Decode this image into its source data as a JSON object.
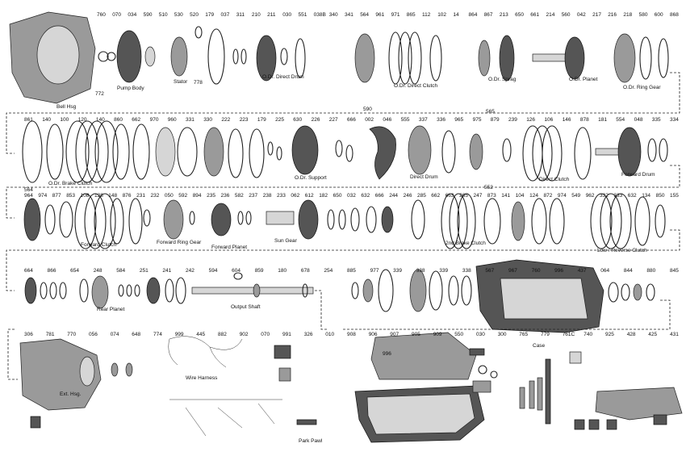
{
  "row1": {
    "parts": [
      "760",
      "070",
      "034",
      "590",
      "510",
      "530",
      "520",
      "179",
      "037",
      "311",
      "210",
      "211",
      "030",
      "551",
      "038B",
      "340",
      "341",
      "564",
      "961",
      "971",
      "865",
      "112",
      "102",
      "14",
      "864",
      "867",
      "213",
      "650",
      "661",
      "214",
      "560",
      "042",
      "217",
      "216",
      "218",
      "580",
      "600",
      "868"
    ],
    "labels": [
      "Bell Hsg",
      "772",
      "Pump Body",
      "Stator",
      "778",
      "O.Dr. Direct Drum",
      "O.Dr. Direct Clutch",
      "O.Dr. Sprag",
      "O.Dr. Planet",
      "O.Dr. Ring Gear"
    ]
  },
  "row2": {
    "parts": [
      "861",
      "140",
      "100",
      "120",
      "140",
      "860",
      "662",
      "970",
      "960",
      "331",
      "330",
      "222",
      "223",
      "179",
      "225",
      "630",
      "226",
      "227",
      "666",
      "002",
      "046",
      "555",
      "337",
      "336",
      "965",
      "975",
      "879",
      "239",
      "126",
      "106",
      "146",
      "878",
      "181",
      "554",
      "048",
      "335",
      "334"
    ],
    "labels": [
      "590",
      "565",
      "O.Dr. Brake Clutch",
      "O.Dr. Support",
      "Direct Drum",
      "Direct Clutch",
      "Forward Drum"
    ]
  },
  "row3": {
    "parts": [
      "964",
      "974",
      "877",
      "853",
      "108",
      "128",
      "148",
      "876",
      "231",
      "232",
      "050",
      "592",
      "894",
      "235",
      "236",
      "582",
      "237",
      "238",
      "233",
      "062",
      "612",
      "182",
      "650",
      "032",
      "632",
      "666",
      "244",
      "246",
      "285",
      "662",
      "663",
      "265",
      "247",
      "873",
      "141",
      "104",
      "124",
      "872",
      "974",
      "549",
      "962",
      "332",
      "333",
      "632",
      "134",
      "850",
      "155"
    ],
    "labels": [
      "564",
      "Forward Clutch",
      "Forward Ring Gear",
      "Forward Planet",
      "Sun Gear",
      "2nd Brake Clutch",
      "Low / Reverse Clutch",
      "552"
    ]
  },
  "row4": {
    "parts": [
      "664",
      "866",
      "654",
      "248",
      "584",
      "251",
      "241",
      "242",
      "594",
      "604",
      "859",
      "180",
      "678",
      "254",
      "885",
      "977",
      "339",
      "338",
      "339",
      "338",
      "567",
      "967",
      "760",
      "996",
      "437",
      "064",
      "844",
      "880",
      "845"
    ],
    "labels": [
      "Rear Planet",
      "Output Shaft"
    ]
  },
  "row5": {
    "parts": [
      "306",
      "781",
      "770",
      "056",
      "074",
      "648",
      "774",
      "999",
      "445",
      "882",
      "902",
      "070",
      "991",
      "326",
      "010",
      "908",
      "906",
      "907",
      "905",
      "909",
      "550",
      "030",
      "300",
      "765",
      "779",
      "761C",
      "740",
      "925",
      "428",
      "425",
      "431"
    ],
    "labels": [
      "Ext. Hsg.",
      "Wire Harness",
      "Park Pawl",
      "Case",
      "996"
    ]
  }
}
